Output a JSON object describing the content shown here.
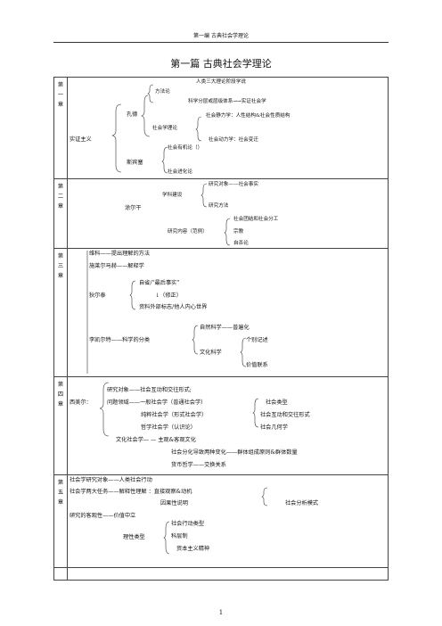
{
  "header": "第一编  古典社会学理论",
  "title": "第一篇  古典社会学理论",
  "page_number": "1",
  "sections": [
    {
      "chapter": [
        "第",
        "一",
        "章"
      ],
      "items": {
        "root": "实证主义",
        "kongde": "孔德",
        "fangfalun": "方法论",
        "stage": "人类三大理论阶段学说",
        "science": "科学分层或层级体系→→实证社会学",
        "shehuixuelilun": "社会学理论",
        "static": "社会静力学：人性结构&社会性质结构",
        "dynamic": "社会动力学：社会变迁",
        "sibin": "斯宾塞",
        "organism": "社会有机论（）",
        "evolution": "社会进化论"
      }
    },
    {
      "chapter": [
        "第",
        "二",
        "章"
      ],
      "items": {
        "root": "涂尔干",
        "build": "学科建设",
        "obj": "研究对象——社会事实",
        "method": "研究方法",
        "content": "研究内容（范例）",
        "c1": "社会团结和社会分工",
        "c2": "宗教",
        "c3": "自杀论"
      }
    },
    {
      "chapter": [
        "第",
        "三",
        "章"
      ],
      "items": {
        "l1": "维科——提出理解的方法",
        "l2": "施莱尔马赫——解释学",
        "dilthey": "狄尔泰",
        "d1": "自省/“最后事实”",
        "d2": "↓（修正）",
        "d3": "资料外部标志/他人内心世界",
        "rickert": "李凯尔特——科学的分类",
        "r1": "自然科学——普遍化",
        "r2": "个别记述",
        "r3": "文化科学",
        "r4": "价值联系"
      }
    },
    {
      "chapter": [
        "第",
        "四",
        "章"
      ],
      "items": {
        "simmel": "西美尔：",
        "s1": "研究对象——社会互动和交往形式;",
        "s2": "问题领域——一般社会学（普通社会学）",
        "s3": "纯粹社会学（形式社会学）",
        "s4": "哲学社会学（认识论）",
        "t1": "社会类型",
        "t2": "社会互动和交往形式",
        "t3": "社会几何学",
        "c1": "文化社会学— — 主观&客观文化",
        "c2": "社会分化导致两种变化——群体组成原则&群体数量",
        "c3": "货币哲学——交换关系"
      }
    },
    {
      "chapter": [
        "第",
        "五",
        "章"
      ],
      "items": {
        "w1": "社会学研究对象——人类社会行动",
        "w2": "社会学两大任务——解释性理解 ：直接观察&动机",
        "w3": "因果性说明",
        "w4": "社会分析模式",
        "w5": "研究的客观性——价值中立",
        "ideal": "理性类型",
        "i1": "社会行动类型",
        "i2": "科层制",
        "i3": "资本主义精神"
      }
    }
  ]
}
